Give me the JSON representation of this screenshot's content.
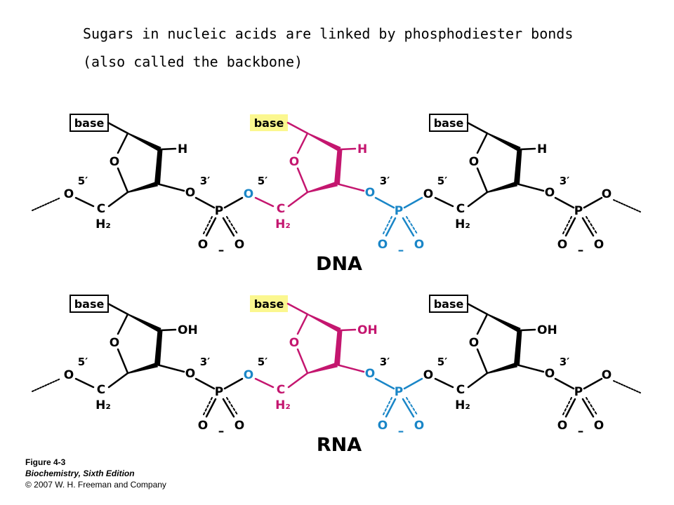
{
  "caption": {
    "line1": "Sugars in nucleic acids are linked by phosphodiester bonds",
    "line2": "(also called the backbone)"
  },
  "sections": [
    {
      "label": "DNA",
      "substituent": "H"
    },
    {
      "label": "RNA",
      "substituent": "OH"
    }
  ],
  "labels": {
    "base": "base",
    "oxygen": "O",
    "carbon": "C",
    "methylene": "H₂",
    "phosphorus": "P",
    "five_prime": "5′",
    "three_prime": "3′",
    "minus": "–"
  },
  "colors": {
    "black": "#000000",
    "magenta": "#c4166f",
    "blue": "#1a86c7",
    "highlight": "#fbf78f"
  },
  "figure_credit": {
    "number": "Figure 4-3",
    "book": "Biochemistry, Sixth Edition",
    "copyright": "© 2007 W. H. Freeman and Company"
  }
}
